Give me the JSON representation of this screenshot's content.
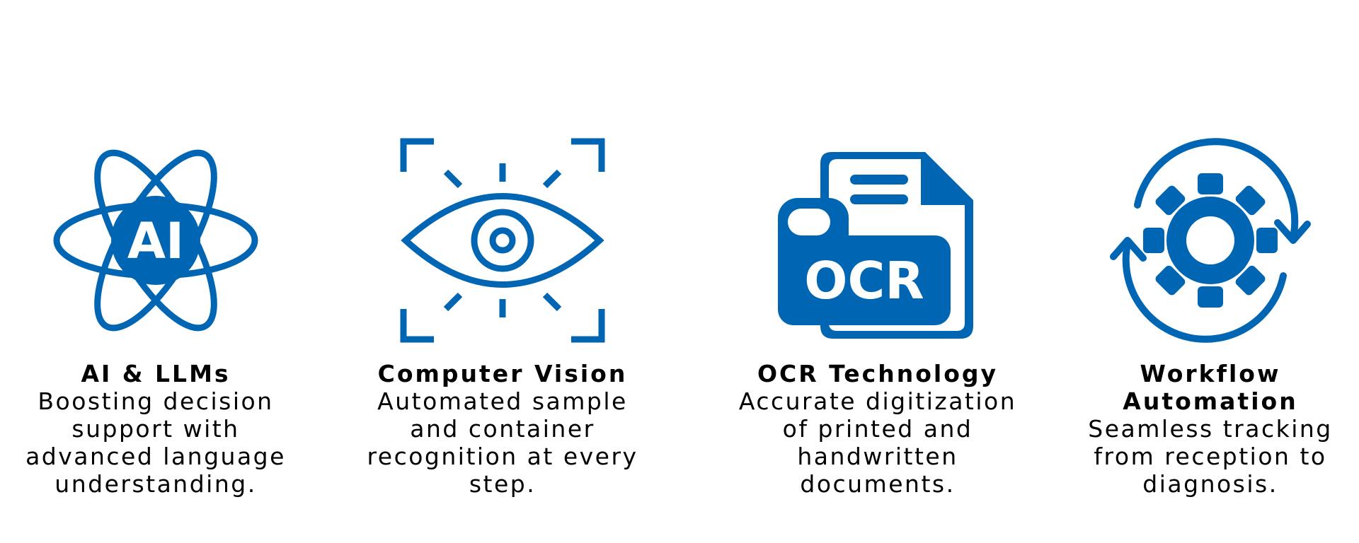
{
  "colors": {
    "accent": "#0066b3",
    "text": "#000000",
    "background": "#ffffff"
  },
  "features": [
    {
      "icon": "ai-atom-icon",
      "icon_text": "AI",
      "title": "AI & LLMs",
      "description": "Boosting decision support with advanced language understanding."
    },
    {
      "icon": "eye-scan-icon",
      "title": "Computer Vision",
      "description": "Automated sample and container recognition at every step."
    },
    {
      "icon": "ocr-document-icon",
      "icon_text": "OCR",
      "title": "OCR Technology",
      "description": "Accurate digitization of printed and handwritten documents."
    },
    {
      "icon": "gear-cycle-icon",
      "title": "Workflow Automation",
      "description": "Seamless tracking from reception to diagnosis."
    }
  ]
}
